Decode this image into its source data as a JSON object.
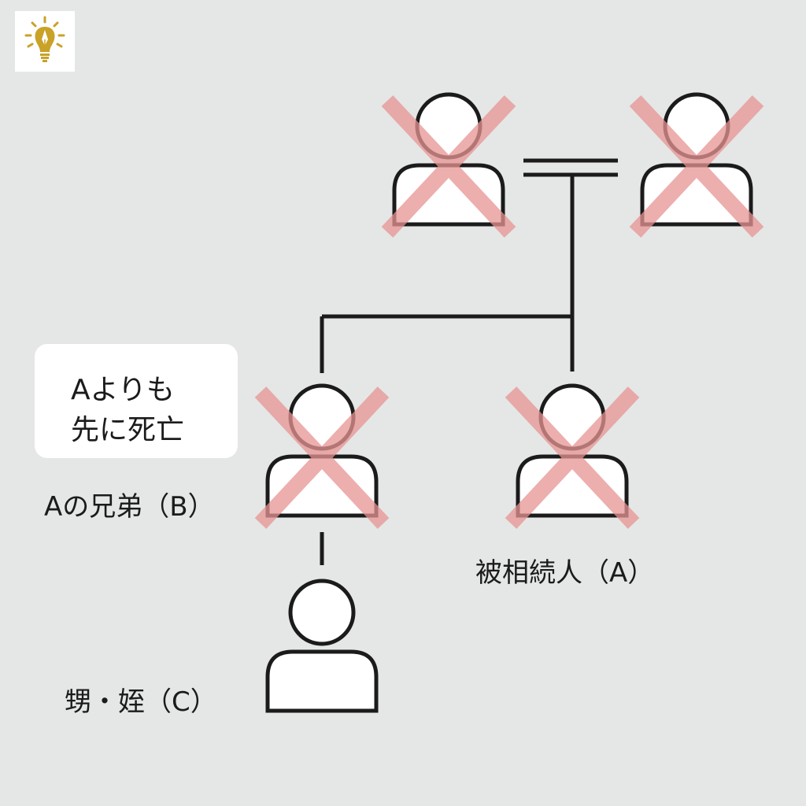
{
  "note": {
    "line1": "Aよりも",
    "line2": "先に死亡"
  },
  "labels": {
    "sibling": "Aの兄弟（B）",
    "decedent": "被相続人（A）",
    "nephew_niece": "甥・姪（C）"
  },
  "persons": [
    {
      "id": "parent-father",
      "deceased": true
    },
    {
      "id": "parent-mother",
      "deceased": true
    },
    {
      "id": "sibling-b",
      "deceased": true
    },
    {
      "id": "decedent-a",
      "deceased": true
    },
    {
      "id": "nephew-niece-c",
      "deceased": false
    }
  ],
  "colors": {
    "background": "#e4e7e5",
    "line": "#1b1b1b",
    "person_fill": "#ffffff",
    "cross": "#e89494",
    "logo_bulb": "#c9a227"
  },
  "icons": {
    "logo": "lightbulb-pen-icon"
  }
}
